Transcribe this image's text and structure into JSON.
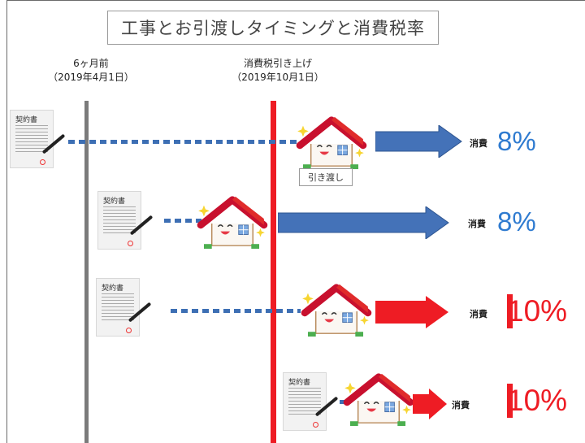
{
  "title": "工事とお引渡しタイミングと消費税率",
  "headers": {
    "six_months_before": "6ヶ月前",
    "six_months_date": "（2019年4月1日）",
    "tax_raise": "消費税引き上げ",
    "tax_raise_date": "（2019年10月1日）"
  },
  "contract_label": "契約書",
  "handover_label": "引き渡し",
  "rows": [
    {
      "tax_label": "消費",
      "rate": "8%"
    },
    {
      "tax_label": "消費",
      "rate": "8%"
    },
    {
      "tax_label": "消費",
      "rate": "10%"
    },
    {
      "tax_label": "消費",
      "rate": "10%"
    }
  ],
  "colors": {
    "before_line": "#7b7b7b",
    "raise_line": "#ee1c24",
    "blue": "#2f7bd0",
    "red": "#ee1c24"
  }
}
